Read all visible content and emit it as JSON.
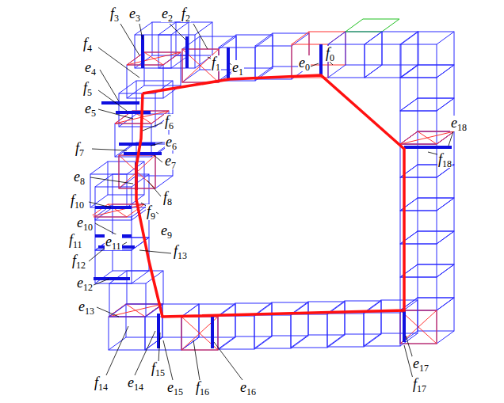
{
  "diagram": {
    "labels": [
      "f3",
      "e3",
      "e2",
      "f2",
      "f4",
      "e4",
      "f5",
      "e5",
      "f6",
      "e6",
      "f7",
      "e7",
      "e8",
      "f10",
      "f8",
      "e10",
      "f9",
      "e9",
      "f11",
      "e11",
      "f12",
      "f13",
      "e12",
      "e13",
      "f14",
      "e14",
      "f15",
      "e15",
      "f16",
      "e16",
      "f1",
      "e1",
      "e0",
      "f0",
      "e18",
      "f18",
      "e17",
      "f17"
    ]
  }
}
